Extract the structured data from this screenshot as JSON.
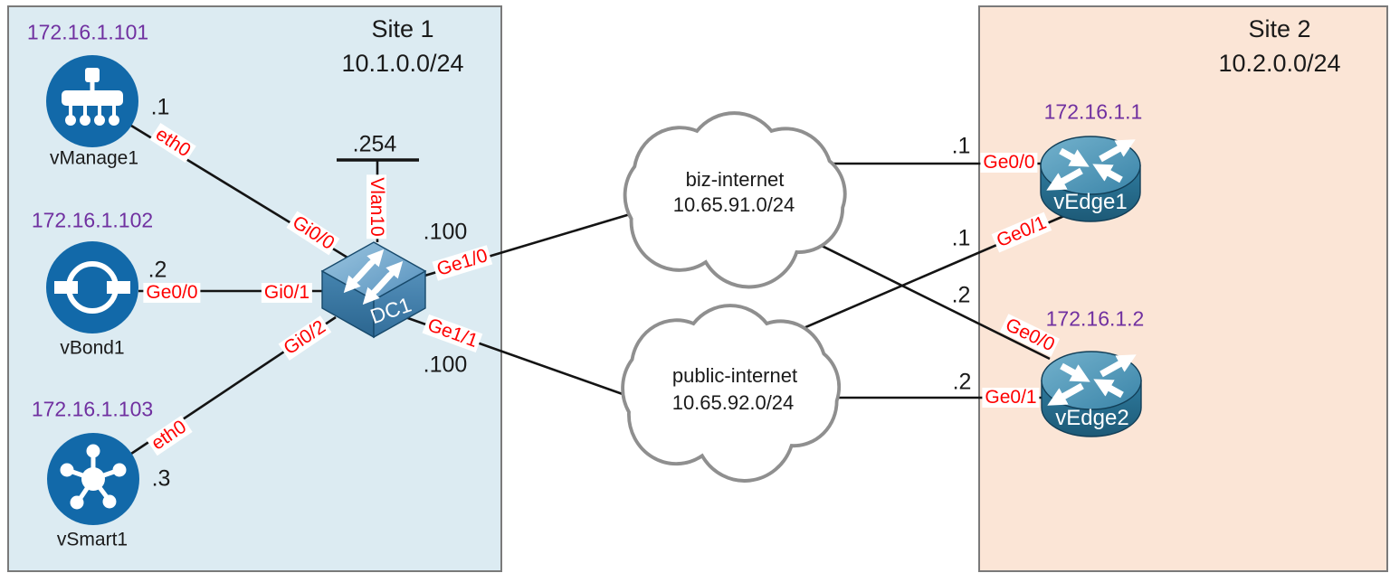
{
  "sites": {
    "site1": {
      "title": "Site 1",
      "subnet": "10.1.0.0/24"
    },
    "site2": {
      "title": "Site 2",
      "subnet": "10.2.0.0/24"
    }
  },
  "nodes": {
    "vmanage": {
      "label": "vManage1",
      "ip": "172.16.1.101"
    },
    "vbond": {
      "label": "vBond1",
      "ip": "172.16.1.102"
    },
    "vsmart": {
      "label": "vSmart1",
      "ip": "172.16.1.103"
    },
    "dc1": {
      "label": "DC1"
    },
    "vedge1": {
      "label": "vEdge1",
      "ip": "172.16.1.1"
    },
    "vedge2": {
      "label": "vEdge2",
      "ip": "172.16.1.2"
    }
  },
  "clouds": {
    "biz": {
      "name": "biz-internet",
      "subnet": "10.65.91.0/24"
    },
    "public": {
      "name": "public-internet",
      "subnet": "10.65.92.0/24"
    }
  },
  "links": {
    "vmanage_dc1": {
      "host_iface": "eth0",
      "host_addr": ".1",
      "switch_iface": "Gi0/0"
    },
    "vbond_dc1": {
      "host_iface": "Ge0/0",
      "host_addr": ".2",
      "switch_iface": "Gi0/1"
    },
    "vsmart_dc1": {
      "host_iface": "eth0",
      "host_addr": ".3",
      "switch_iface": "Gi0/2"
    },
    "dc1_lan": {
      "iface": "Vlan10",
      "addr": ".254"
    },
    "dc1_biz": {
      "iface": "Ge1/0",
      "addr": ".100"
    },
    "dc1_public": {
      "iface": "Ge1/1",
      "addr": ".100"
    },
    "vedge1_biz": {
      "iface": "Ge0/0",
      "addr": ".1"
    },
    "vedge1_public": {
      "iface": "Ge0/1",
      "addr": ".1"
    },
    "vedge2_biz": {
      "iface": "Ge0/0",
      "addr": ".2"
    },
    "vedge2_public": {
      "iface": "Ge0/1",
      "addr": ".2"
    }
  },
  "colors": {
    "site1_fill": "#dcebf2",
    "site2_fill": "#fbe5d6",
    "node_blue": "#1269a9",
    "interface_label_red": "#fe0000",
    "ip_purple": "#7030a0",
    "cloud_stroke": "#8f8f8f",
    "link_black": "#141414"
  }
}
